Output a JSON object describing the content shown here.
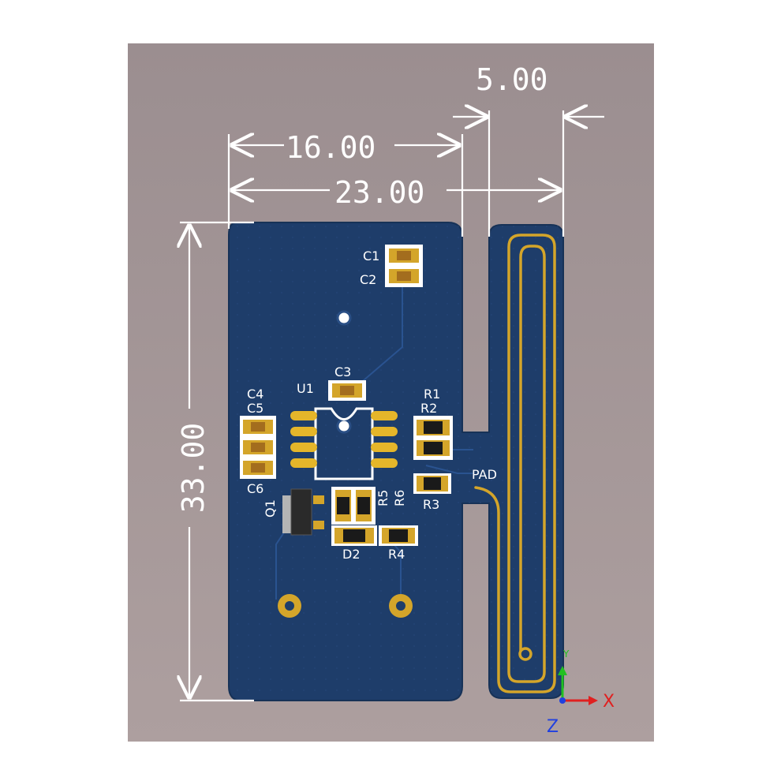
{
  "dimensions": {
    "top_width": "5.00",
    "inner_width": "16.00",
    "overall_width": "23.00",
    "height": "33.00"
  },
  "silkscreen": {
    "c1": "C1",
    "c2": "C2",
    "c3": "C3",
    "c4": "C4",
    "c5": "C5",
    "c6": "C6",
    "u1": "U1",
    "r1": "R1",
    "r2": "R2",
    "r3": "R3",
    "r4": "R4",
    "r5": "R5",
    "r6": "R6",
    "q1": "Q1",
    "d2": "D2",
    "pad": "PAD"
  },
  "axes": {
    "x": "X",
    "y": "Y",
    "z": "Z"
  },
  "colors": {
    "background": "#a09495",
    "board": "#1e3d6a",
    "copper": "#d4a52a",
    "dimension": "#ffffff",
    "axis_x": "#e02020",
    "axis_y": "#20c020",
    "axis_z": "#2040e0"
  }
}
